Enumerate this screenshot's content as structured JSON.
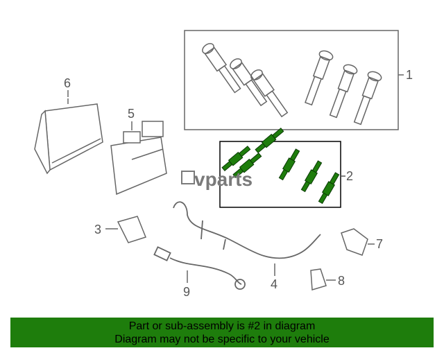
{
  "callouts": {
    "c1": "1",
    "c2": "2",
    "c3": "3",
    "c4": "4",
    "c5": "5",
    "c6": "6",
    "c7": "7",
    "c8": "8",
    "c9": "9"
  },
  "watermark": "vparts",
  "banner": {
    "line1": "Part or sub-assembly is #2 in diagram",
    "line2": "Diagram may not be specific to your vehicle"
  },
  "colors": {
    "highlight_part": "#1e7d0c",
    "banner_bg": "#1e7d0c",
    "line_art": "#555555"
  }
}
